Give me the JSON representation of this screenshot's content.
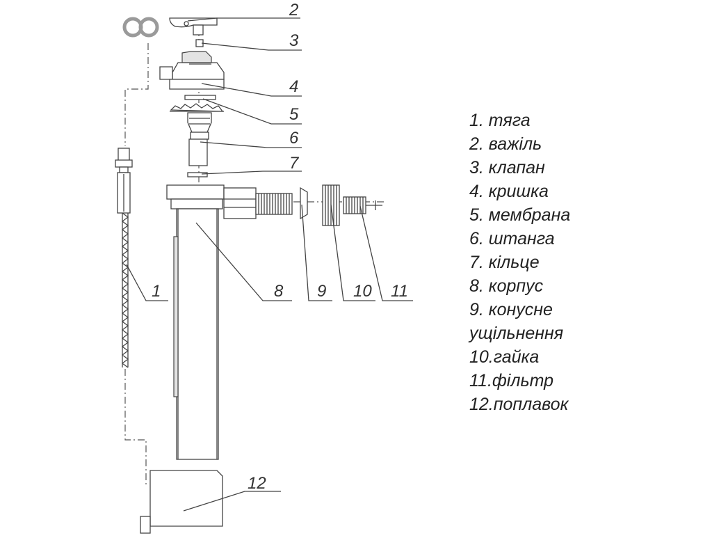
{
  "callouts": [
    "1",
    "2",
    "3",
    "4",
    "5",
    "6",
    "7",
    "8",
    "9",
    "10",
    "11",
    "12"
  ],
  "legend": [
    "1.  тяга",
    "2.  важіль",
    "3.  клапан",
    "4.  кришка",
    "5.  мембрана",
    "6.  штанга",
    "7.  кільце",
    "8.  корпус",
    "9.  конусне",
    "ущільнення",
    "10.гайка",
    "11.фільтр",
    "12.поплавок"
  ]
}
